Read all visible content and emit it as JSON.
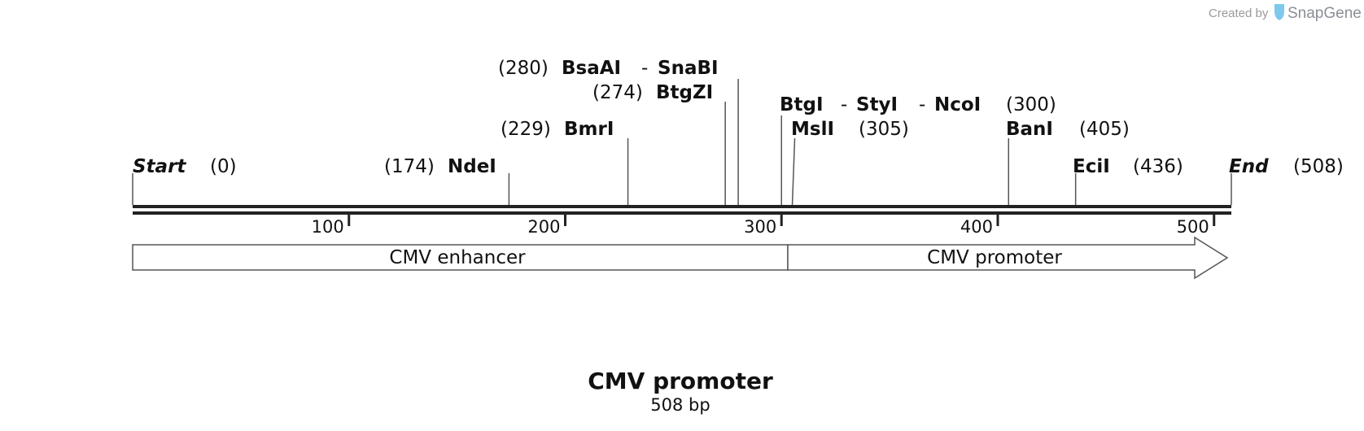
{
  "credit": {
    "created_by": "Created by",
    "brand": "SnapGene"
  },
  "map": {
    "sequence_length": 508,
    "ticks": [
      100,
      200,
      300,
      400,
      500
    ],
    "tick_labels": [
      "100",
      "200",
      "300",
      "400",
      "500"
    ],
    "start": {
      "label": "Start",
      "position": "(0)"
    },
    "end": {
      "label": "End",
      "position": "(508)"
    },
    "sites": {
      "ndei": {
        "name": "NdeI",
        "position": "(174)",
        "bp": 174
      },
      "bmri": {
        "name": "BmrI",
        "position": "(229)",
        "bp": 229
      },
      "btgzi": {
        "name": "BtgZI",
        "position": "(274)",
        "bp": 274
      },
      "bsaai_snabi": {
        "names": [
          "BsaAI",
          "SnaBI"
        ],
        "position": "(280)",
        "bp": 280
      },
      "btgi_styi_ncoi": {
        "names": [
          "BtgI",
          "StyI",
          "NcoI"
        ],
        "position": "(300)",
        "bp": 300
      },
      "msli": {
        "name": "MslI",
        "position": "(305)",
        "bp": 305
      },
      "bani": {
        "name": "BanI",
        "position": "(405)",
        "bp": 405
      },
      "ecii": {
        "name": "EciI",
        "position": "(436)",
        "bp": 436
      }
    },
    "separator": "-",
    "features": [
      {
        "name": "CMV enhancer",
        "start": 0,
        "end": 304
      },
      {
        "name": "CMV promoter",
        "start": 304,
        "end": 508
      }
    ]
  },
  "footer": {
    "title": "CMV promoter",
    "size": "508 bp"
  }
}
